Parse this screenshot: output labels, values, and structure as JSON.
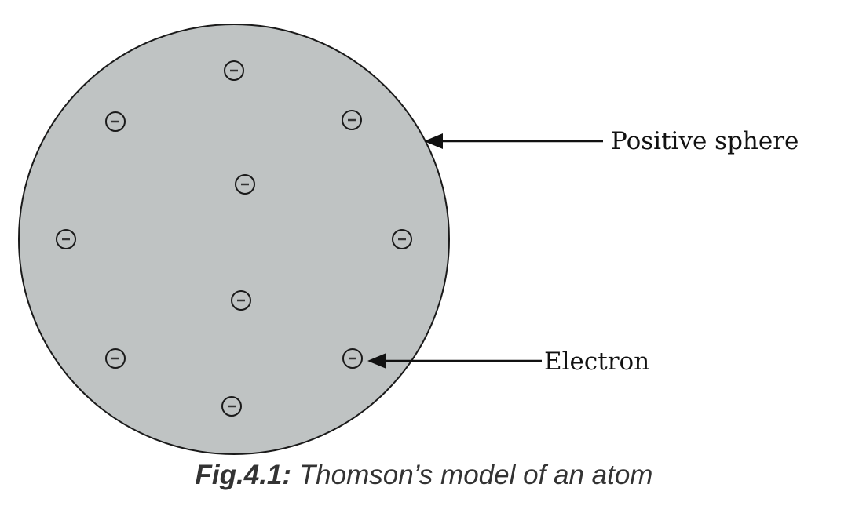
{
  "colors": {
    "sphere_fill": "#bfc3c3",
    "stroke": "#1a1a1a"
  },
  "labels": {
    "positive_sphere": "Positive sphere",
    "electron": "Electron"
  },
  "electron_symbol": "−",
  "electron_count": 10,
  "caption": {
    "figure_number": "Fig.4.1:",
    "text": " Thomson’s model of an atom"
  }
}
